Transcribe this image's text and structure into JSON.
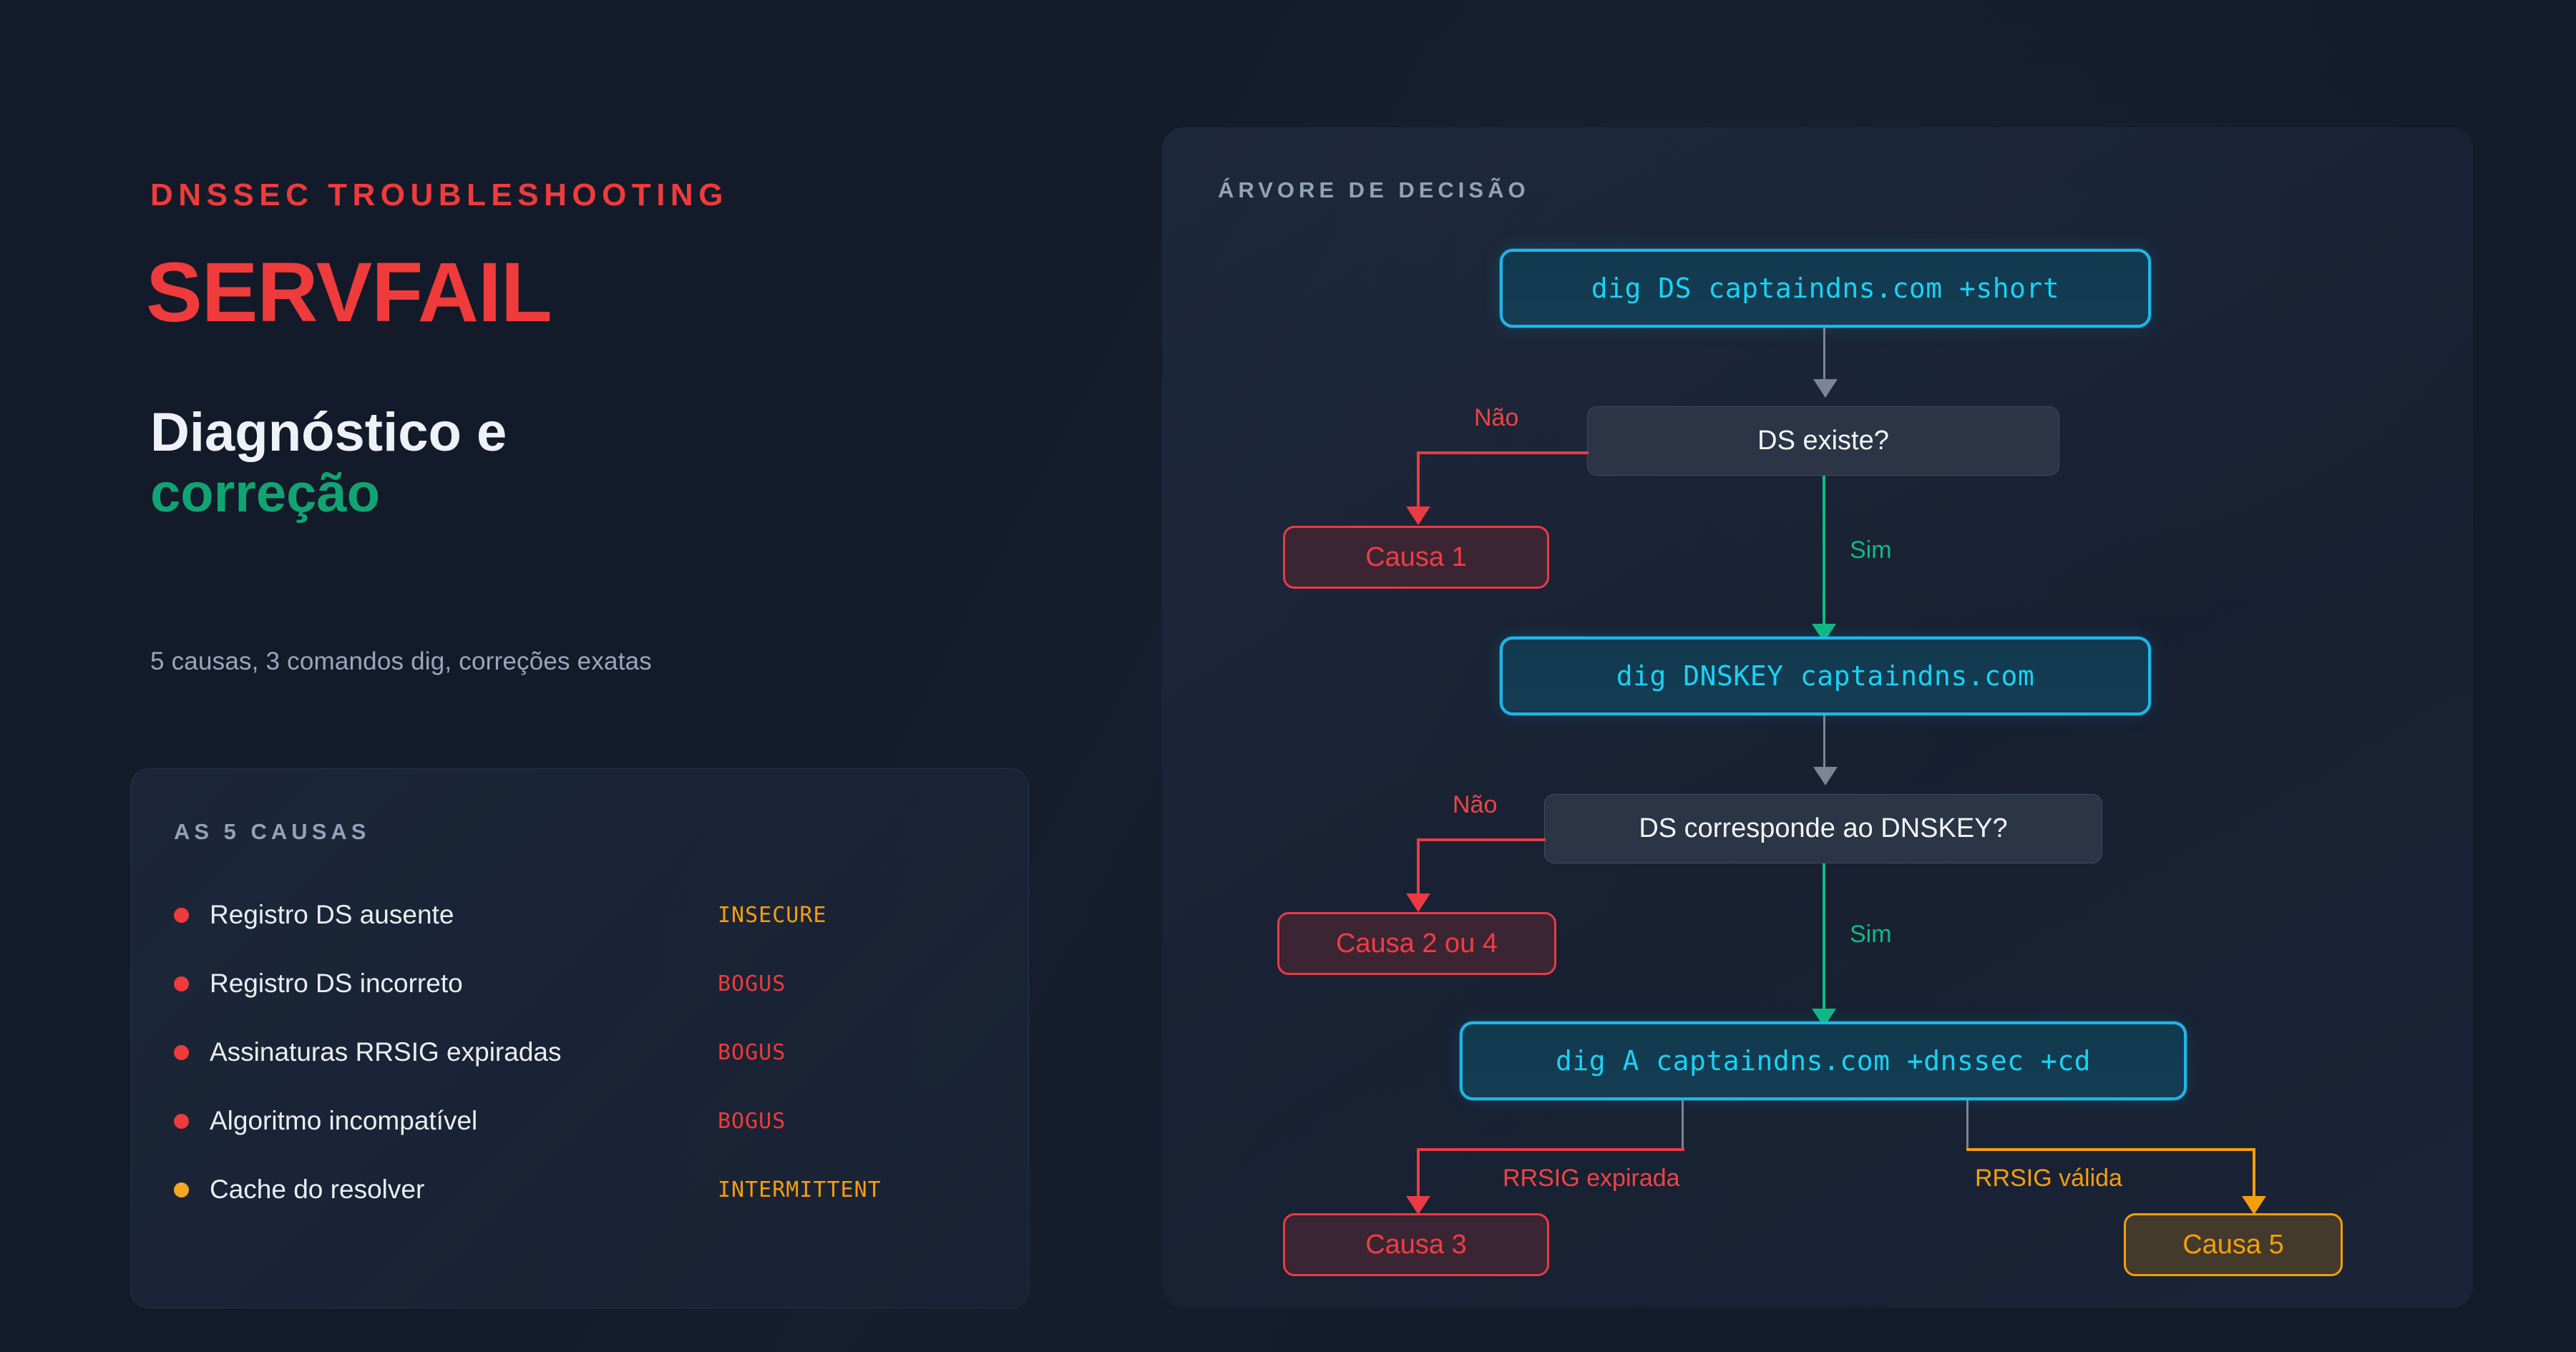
{
  "left": {
    "eyebrow": "DNSSEC TROUBLESHOOTING",
    "headline": "SERVFAIL",
    "subhead_line1": "Diagnóstico e",
    "subhead_line2": "correção",
    "tagline": "5 causas, 3 comandos dig, correções exatas",
    "causes_card": {
      "title": "AS 5 CAUSAS",
      "items": [
        {
          "label": "Registro DS ausente",
          "state": "INSECURE",
          "dot_color": "#ef3b3b",
          "state_color": "#f59e0b"
        },
        {
          "label": "Registro DS incorreto",
          "state": "BOGUS",
          "dot_color": "#ef3b3b",
          "state_color": "#ef3b3b"
        },
        {
          "label": "Assinaturas RRSIG expiradas",
          "state": "BOGUS",
          "dot_color": "#ef3b3b",
          "state_color": "#ef3b3b"
        },
        {
          "label": "Algoritmo incompatível",
          "state": "BOGUS",
          "dot_color": "#ef3b3b",
          "state_color": "#ef3b3b"
        },
        {
          "label": "Cache do resolver",
          "state": "INTERMITTENT",
          "dot_color": "#f5a623",
          "state_color": "#f59e0b"
        }
      ]
    }
  },
  "tree": {
    "title": "ÁRVORE DE DECISÃO",
    "cmd1": "dig DS captaindns.com +short",
    "decision1": "DS existe?",
    "cause1": "Causa 1",
    "label_nao_1": "Não",
    "label_sim_1": "Sim",
    "cmd2": "dig DNSKEY captaindns.com",
    "decision2": "DS corresponde ao DNSKEY?",
    "cause2": "Causa 2 ou 4",
    "label_nao_2": "Não",
    "label_sim_2": "Sim",
    "cmd3": "dig A captaindns.com +dnssec +cd",
    "label_rrsig_expirada": "RRSIG expirada",
    "label_rrsig_valida": "RRSIG válida",
    "cause3": "Causa 3",
    "cause5": "Causa 5"
  },
  "colors": {
    "red": "#ef3b3b",
    "green": "#11a472",
    "cyan": "#19d2f5",
    "amber": "#f59e0b",
    "page_bg": "#131b2a"
  }
}
